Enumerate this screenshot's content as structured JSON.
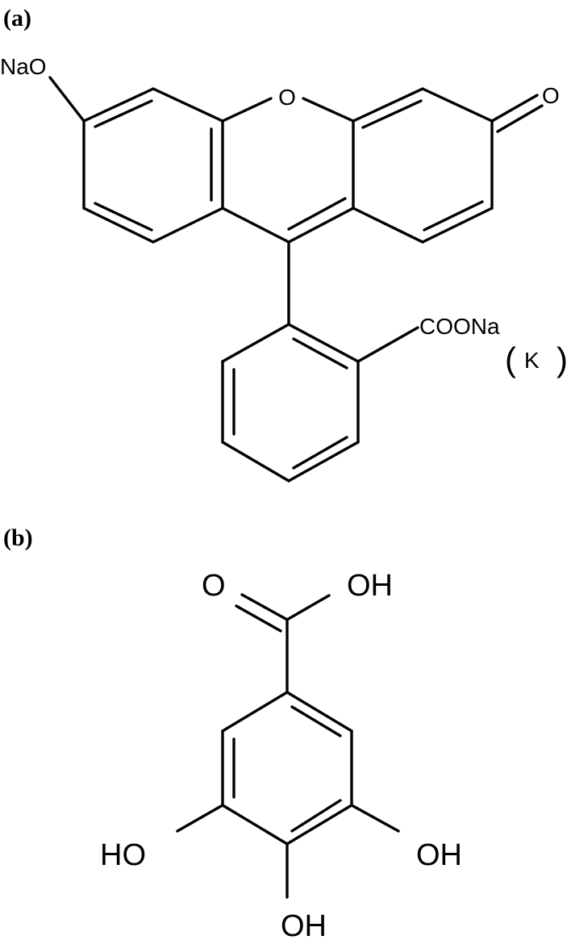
{
  "panels": {
    "a": {
      "label": "(a)",
      "atoms": {
        "nao": "NaO",
        "ring_o": "O",
        "keto_o": "O",
        "coona": "COONa",
        "k_open": "(",
        "k": "K",
        "k_close": ")"
      }
    },
    "b": {
      "label": "(b)",
      "atoms": {
        "acid_o": "O",
        "acid_oh": "OH",
        "oh_left": "HO",
        "oh_right": "OH",
        "oh_bottom": "OH"
      }
    }
  }
}
